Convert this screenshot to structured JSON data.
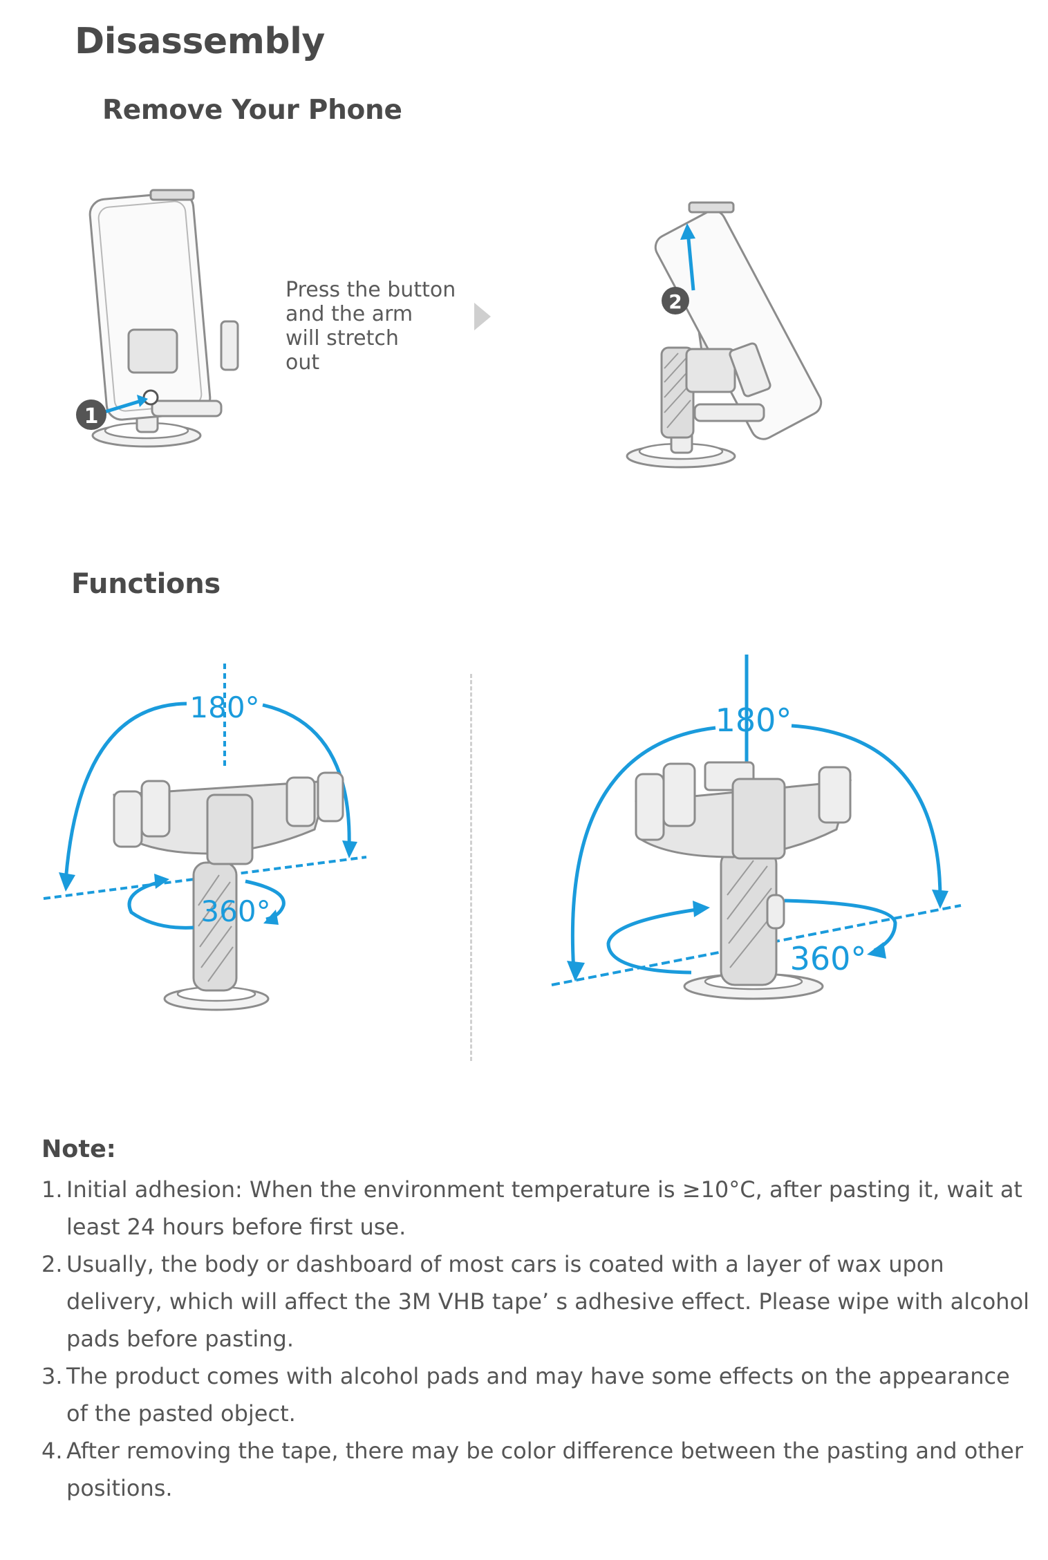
{
  "heading": "Disassembly",
  "subheading": "Remove Your Phone",
  "caption_lines": [
    "Press the button",
    "and the arm",
    "will stretch",
    "out"
  ],
  "step1_label": "1",
  "step2_label": "2",
  "functions_heading": "Functions",
  "left_diagram": {
    "tilt_label": "180°",
    "rotate_label": "360°"
  },
  "right_diagram": {
    "tilt_label": "180°",
    "rotate_label": "360°"
  },
  "note": {
    "title": "Note:",
    "items": [
      {
        "num": "1.",
        "text": "Initial adhesion: When the environment temperature is ≥10°C, after pasting it, wait at least 24 hours before first use."
      },
      {
        "num": "2.",
        "text": "Usually, the body or dashboard of most cars is coated with a layer of wax upon delivery, which will affect the 3M VHB tape’ s adhesive effect. Please wipe with alcohol pads before pasting."
      },
      {
        "num": "3.",
        "text": "The product comes with alcohol pads and may have some effects on the appearance of the pasted object."
      },
      {
        "num": "4.",
        "text": "After removing the tape, there may be color difference between the pasting and other positions."
      }
    ]
  },
  "colors": {
    "accent": "#1a9bdc",
    "line": "#8c8c8c",
    "fill": "#e6e6e6",
    "text": "#4a4a4a"
  }
}
